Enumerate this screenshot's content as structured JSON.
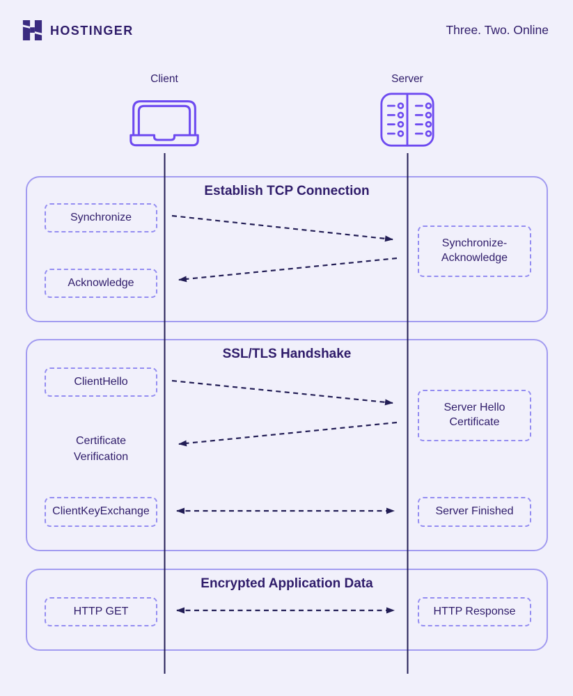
{
  "colors": {
    "background": "#F1F0FB",
    "brand_dark": "#2F1C6A",
    "logo_purple": "#3A2B80",
    "icon_purple": "#6D4AF0",
    "section_border": "#A29BF0",
    "dashed_box_border": "#938CF1",
    "line_dark": "#221D55"
  },
  "header": {
    "brand": "HOSTINGER",
    "tagline": "Three. Two. Online"
  },
  "icons": {
    "logo": "hostinger-h-logo",
    "client": "laptop-icon",
    "server": "server-rack-icon"
  },
  "actors": {
    "client": "Client",
    "server": "Server"
  },
  "sections": {
    "tcp": {
      "title": "Establish TCP Connection",
      "synchronize": "Synchronize",
      "syn_ack": "Synchronize-\nAcknowledge",
      "acknowledge": "Acknowledge"
    },
    "tls": {
      "title": "SSL/TLS Handshake",
      "client_hello": "ClientHello",
      "server_hello": "Server Hello\nCertificate",
      "cert_verification": "Certificate\nVerification",
      "client_key_exchange": "ClientKeyExchange",
      "server_finished": "Server Finished"
    },
    "data": {
      "title": "Encrypted Application Data",
      "http_get": "HTTP GET",
      "http_response": "HTTP Response"
    }
  }
}
